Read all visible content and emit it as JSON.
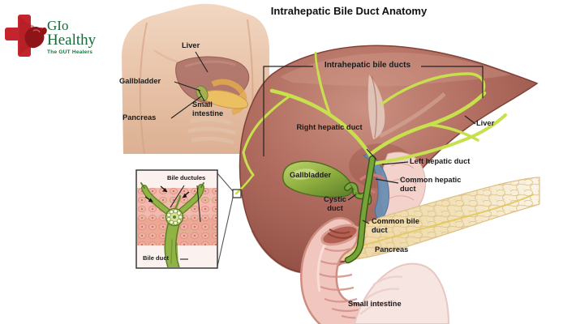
{
  "logo": {
    "brand_top": "GIo",
    "brand_bottom": "Healthy",
    "tagline": "The GUT Healers"
  },
  "title": "Intrahepatic Bile Duct Anatomy",
  "torso_inset": {
    "liver": "Liver",
    "gallbladder": "Gallbladder",
    "pancreas": "Pancreas",
    "small_intestine": "Small intestine"
  },
  "micro_inset": {
    "bile_ductules": "Bile ductules",
    "bile_duct": "Bile duct"
  },
  "main_diagram": {
    "intrahepatic_bile_ducts": "Intrahepatic bile ducts",
    "liver": "Liver",
    "right_hepatic_duct": "Right hepatic duct",
    "left_hepatic_duct": "Left hepatic duct",
    "gallbladder": "Gallbladder",
    "common_hepatic_duct": "Common hepatic duct",
    "cystic_duct": "Cystic duct",
    "common_bile_duct": "Common bile duct",
    "pancreas": "Pancreas",
    "small_intestine": "Small intestine"
  },
  "colors": {
    "liver": "#a96257",
    "bile_duct_green": "#c6e14d",
    "common_duct_green": "#76a437",
    "gallbladder_green": "#8fae3f",
    "pancreas_yellow": "#efd9a6",
    "intestine_pink": "#f0c6be",
    "portal_vein_blue": "#6b8fb3",
    "logo_red": "#c4242b",
    "logo_green": "#156a39",
    "label_text": "#1b1b1b",
    "background": "#ffffff"
  }
}
